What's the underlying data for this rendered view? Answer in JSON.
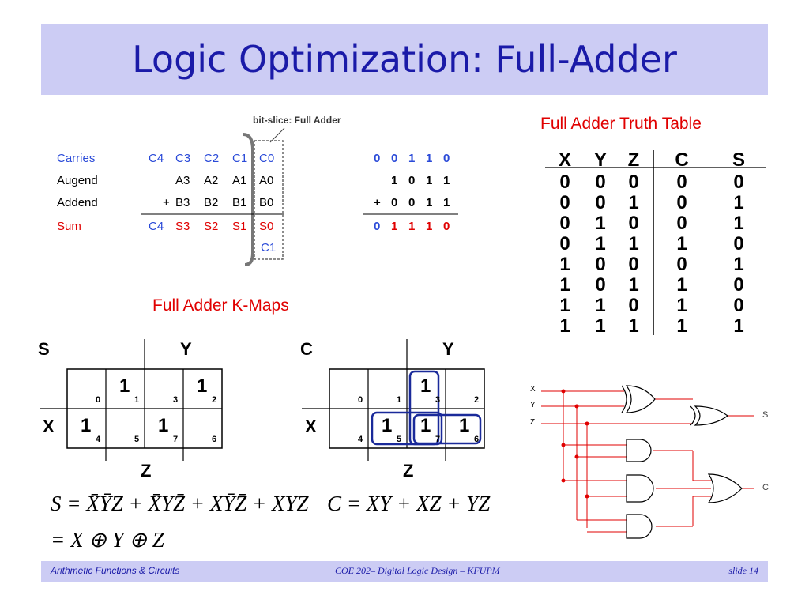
{
  "title": "Logic Optimization: Full-Adder",
  "bitslice": {
    "annotation": "bit-slice: Full Adder",
    "rows": [
      {
        "label": "Carries",
        "cells": [
          "C4",
          "C3",
          "C2",
          "C1",
          "C0"
        ],
        "example": [
          "0",
          "0",
          "1",
          "1",
          "0"
        ]
      },
      {
        "label": "Augend",
        "cells": [
          "",
          "A3",
          "A2",
          "A1",
          "A0"
        ],
        "example": [
          "",
          "1",
          "0",
          "1",
          "1"
        ]
      },
      {
        "label": "Addend",
        "cells": [
          "+",
          "B3",
          "B2",
          "B1",
          "B0"
        ],
        "example": [
          "+",
          "0",
          "0",
          "1",
          "1"
        ]
      },
      {
        "label": "Sum",
        "cells": [
          "C4",
          "S3",
          "S2",
          "S1",
          "S0"
        ],
        "example": [
          "0",
          "1",
          "1",
          "1",
          "0"
        ]
      }
    ],
    "carry_out": "C1"
  },
  "truth_table": {
    "title": "Full Adder Truth Table",
    "headers": [
      "X",
      "Y",
      "Z",
      "C",
      "S"
    ],
    "rows": [
      [
        "0",
        "0",
        "0",
        "0",
        "0"
      ],
      [
        "0",
        "0",
        "1",
        "0",
        "1"
      ],
      [
        "0",
        "1",
        "0",
        "0",
        "1"
      ],
      [
        "0",
        "1",
        "1",
        "1",
        "0"
      ],
      [
        "1",
        "0",
        "0",
        "0",
        "1"
      ],
      [
        "1",
        "0",
        "1",
        "1",
        "0"
      ],
      [
        "1",
        "1",
        "0",
        "1",
        "0"
      ],
      [
        "1",
        "1",
        "1",
        "1",
        "1"
      ]
    ]
  },
  "kmaps_title": "Full Adder K-Maps",
  "kmap_s": {
    "name": "S",
    "col_var": "Y",
    "row_var": "X",
    "bottom_var": "Z",
    "top_indices": [
      "0",
      "1",
      "3",
      "2"
    ],
    "bottom_indices": [
      "4",
      "5",
      "7",
      "6"
    ],
    "top_values": [
      "",
      "1",
      "",
      "1"
    ],
    "bottom_values": [
      "1",
      "",
      "1",
      ""
    ]
  },
  "kmap_c": {
    "name": "C",
    "col_var": "Y",
    "row_var": "X",
    "bottom_var": "Z",
    "top_indices": [
      "0",
      "1",
      "3",
      "2"
    ],
    "bottom_indices": [
      "4",
      "5",
      "7",
      "6"
    ],
    "top_values": [
      "",
      "",
      "1",
      ""
    ],
    "bottom_values": [
      "",
      "1",
      "1",
      "1"
    ]
  },
  "equations": {
    "s_line1": "S = X̄ȲZ + X̄YZ̄ + XȲZ̄ + XYZ",
    "s_line2": "= X ⊕ Y ⊕ Z",
    "c": "C = XY + XZ + YZ"
  },
  "circuit": {
    "inputs": [
      "X",
      "Y",
      "Z"
    ],
    "outputs": [
      "S",
      "C"
    ]
  },
  "footer": {
    "left": "Arithmetic Functions & Circuits",
    "center": "COE 202– Digital Logic  Design – KFUPM",
    "right": "slide 14"
  }
}
